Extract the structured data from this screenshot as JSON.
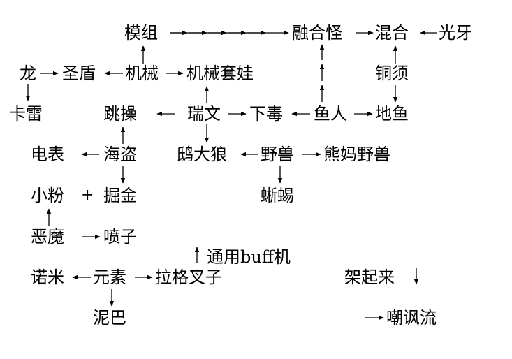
{
  "nodes": {
    "mozu": "模组",
    "ronghe_guai": "融合怪",
    "hunhe": "混合",
    "guangya": "光牙",
    "long": "龙",
    "shengdun": "圣盾",
    "jixie": "机械",
    "jixie_taowa": "机械套娃",
    "tongxu": "铜须",
    "kalei": "卡雷",
    "tiaocao": "跳操",
    "ruiwen": "瑞文",
    "xiadu": "下毒",
    "yuren": "鱼人",
    "diyu": "地鱼",
    "dianbiao": "电表",
    "haidao": "海盗",
    "shidalang": "鸱大狼",
    "yeshou": "野兽",
    "xiongma_yeshou": "熊妈野兽",
    "xiaofen": "小粉",
    "juejin": "掘金",
    "xiyi": "蜥蜴",
    "emo": "恶魔",
    "penzi": "喷子",
    "tongyong_buff": "通用buff机",
    "nuomi": "诺米",
    "yuansu": "元素",
    "lage_chazi": "拉格叉子",
    "jiaqilai": "架起来",
    "niba": "泥巴",
    "chaofengliu": "嘲讽流"
  },
  "plus_sign": "+"
}
